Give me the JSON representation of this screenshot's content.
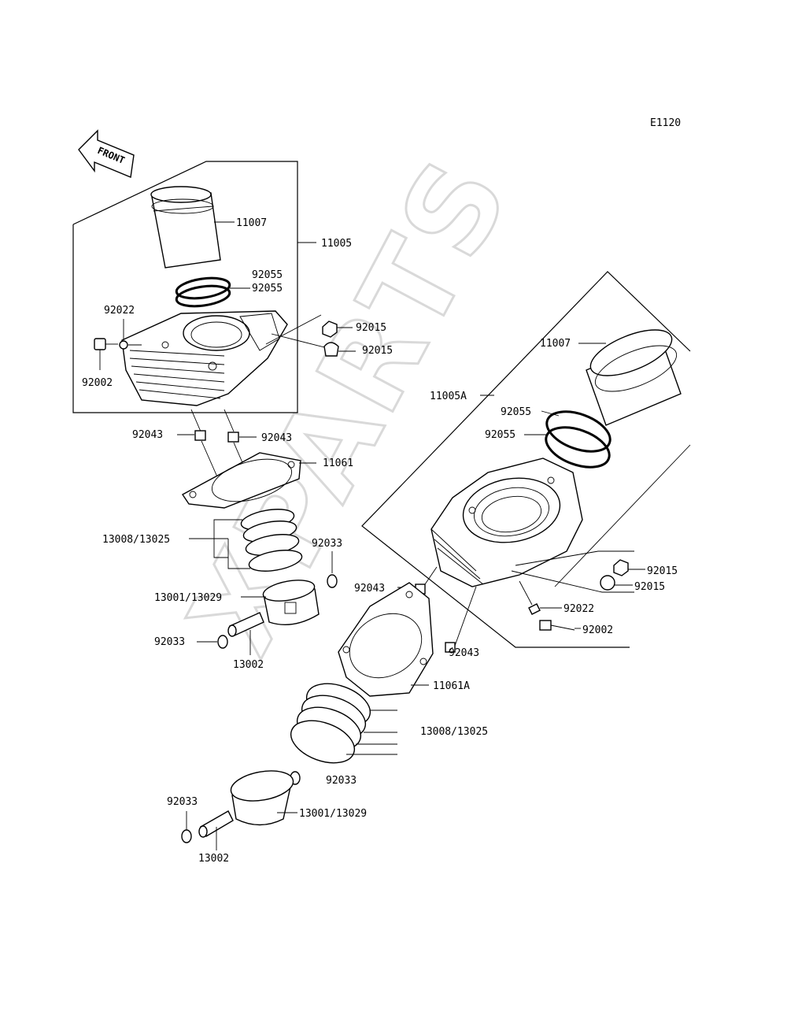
{
  "diagram_code": "E1120",
  "front_label": "FRONT",
  "watermark": "XPARTS",
  "labels": {
    "l_11007": "11007",
    "l_11005": "11005",
    "l_92055_a": "92055",
    "l_92055_b": "92055",
    "l_92022": "92022",
    "l_92002": "92002",
    "l_92015_a": "92015",
    "l_92015_b": "92015",
    "l_92043_a": "92043",
    "l_92043_b": "92043",
    "l_11061": "11061",
    "l_13008_13025": "13008/13025",
    "l_92033_a": "92033",
    "l_13001_13029": "13001/13029",
    "l_92033_b": "92033",
    "l_13002": "13002",
    "r_11007": "11007",
    "r_11005A": "11005A",
    "r_92055_a": "92055",
    "r_92055_b": "92055",
    "r_92015_a": "92015",
    "r_92015_b": "92015",
    "r_92022": "92022",
    "r_92002": "92002",
    "r_92043_a": "92043",
    "r_92043_b": "92043",
    "r_11061A": "11061A",
    "r_13008_13025": "13008/13025",
    "r_92033_a": "92033",
    "r_92033_b": "92033",
    "r_13001_13029": "13001/13029",
    "r_13002": "13002"
  }
}
